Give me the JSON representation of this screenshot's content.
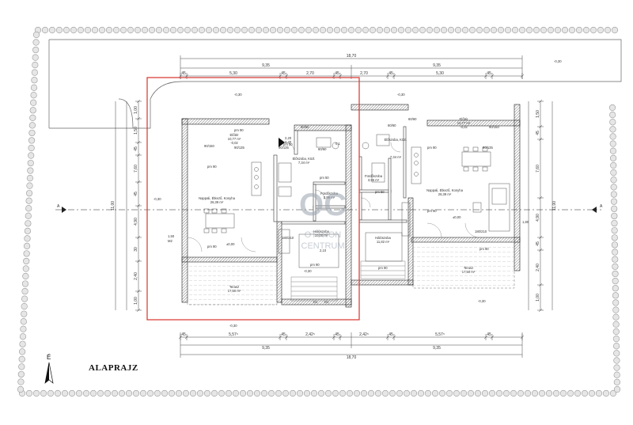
{
  "title": "ALAPRAJZ",
  "north_label": "É",
  "section_marker": "A",
  "watermark": {
    "mark": "OC",
    "line1": "OTTHON",
    "line2": "CENTRUM"
  },
  "top_dims": {
    "overall": "18,70",
    "halves": [
      "9,35",
      "9,35"
    ],
    "segments": [
      "45",
      "5,30",
      "45",
      "2,70",
      "45",
      "2,70",
      "45",
      "5,30",
      "45"
    ]
  },
  "bottom_dims": {
    "overall": "18,70",
    "halves": [
      "9,35",
      "9,35"
    ],
    "segments": [
      "45",
      "5,57⁵",
      "45",
      "2,42⁵",
      "45",
      "2,42⁵",
      "45",
      "5,57⁵",
      "45"
    ]
  },
  "left_dims": {
    "overall": "11,00",
    "segments": [
      "1,00",
      "1,50",
      "45",
      "7,60",
      "45",
      "4,90",
      "30",
      "2,40",
      "1,00"
    ]
  },
  "right_dims": {
    "overall": "11,00",
    "segments": [
      "1,50",
      "45",
      "7,60",
      "4,90",
      "45",
      "2,40",
      "1,00"
    ]
  },
  "levels": [
    "-0,30",
    "-0,30",
    "-0,30",
    "-0,30",
    "-0,30",
    "-0,30",
    "±0,00",
    "±0,00",
    "-0,30"
  ],
  "rooms": {
    "eloter_l": [
      "Előtér",
      "10,77 m²",
      "-0,02"
    ],
    "eloter_r": [
      "Előtér",
      "10,77 m²",
      "-0,02"
    ],
    "nappali_l": [
      "Nappali, Étkező, Konyha",
      "26,39 m²"
    ],
    "nappali_r": [
      "Nappali, Étkező, Konyha",
      "26,39 m²"
    ],
    "eloszoba_l": [
      "Előszoba, Közl.",
      "7,34 m²"
    ],
    "eloszoba_r": [
      "Előszoba, Közl.",
      "7,34 m²"
    ],
    "furdo_l": [
      "Fürdőszoba",
      "3,96 m²"
    ],
    "furdo_r": [
      "Fürdőszoba",
      "3,96 m²"
    ],
    "haloszoba_l": [
      "Hálószoba",
      "10,00 m²"
    ],
    "haloszoba_r": [
      "Hálószoba",
      "11,82 m²"
    ],
    "terasz_l": [
      "Terasz",
      "17,50 m²"
    ],
    "terasz_r": [
      "Terasz",
      "17,50 m²"
    ]
  },
  "door_marks": [
    "pm 90",
    "pm 90",
    "pm 90",
    "pm 90",
    "pm 50",
    "pm 50",
    "pm 50",
    "pm 90",
    "pm 90",
    "pm 90",
    "pm 90"
  ],
  "window_marks": [
    "90/150",
    "90/150",
    "60/60",
    "60/60",
    "90/135",
    "90/135",
    "60/60",
    "60/60",
    "90/135",
    "180/210",
    "180/210",
    "2,10"
  ],
  "misc_marks": [
    "1,50",
    "1,80",
    "2,20",
    "2,40",
    "M2",
    "D1",
    "D1",
    "0,1"
  ]
}
